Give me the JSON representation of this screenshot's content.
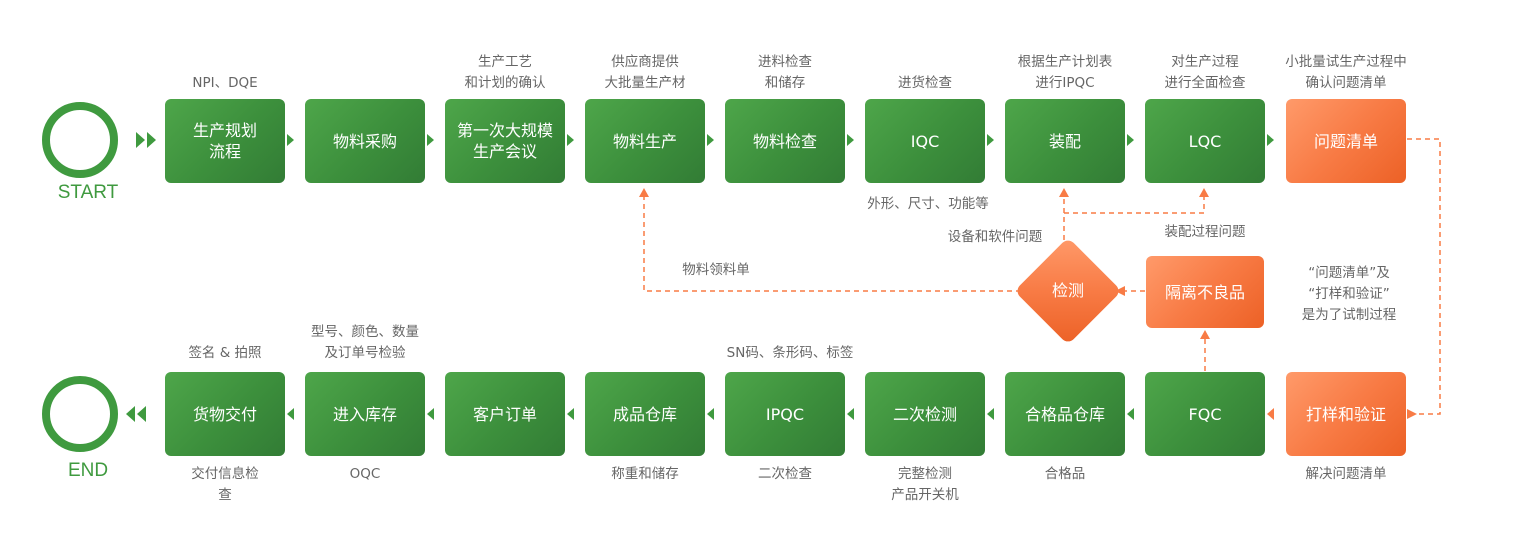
{
  "start_label": "START",
  "end_label": "END",
  "top_row": [
    {
      "label": "生产规划\n流程",
      "above": "NPI、DQE",
      "type": "green"
    },
    {
      "label": "物料采购",
      "above": "",
      "type": "green"
    },
    {
      "label": "第一次大规模\n生产会议",
      "above": "生产工艺\n和计划的确认",
      "type": "green"
    },
    {
      "label": "物料生产",
      "above": "供应商提供\n大批量生产材",
      "type": "green"
    },
    {
      "label": "物料检查",
      "above": "进料检查\n和储存",
      "type": "green"
    },
    {
      "label": "IQC",
      "above": "进货检查",
      "type": "green"
    },
    {
      "label": "装配",
      "above": "根据生产计划表\n进行IPQC",
      "type": "green"
    },
    {
      "label": "LQC",
      "above": "对生产过程\n进行全面检查",
      "type": "green"
    },
    {
      "label": "问题清单",
      "above": "小批量试生产过程中\n确认问题清单",
      "type": "orange"
    }
  ],
  "bottom_row": [
    {
      "label": "货物交付",
      "above": "签名 & 拍照",
      "below": "交付信息检\n查",
      "type": "green"
    },
    {
      "label": "进入库存",
      "above": "型号、颜色、数量\n及订单号检验",
      "below": "OQC",
      "type": "green"
    },
    {
      "label": "客户订单",
      "above": "",
      "below": "",
      "type": "green"
    },
    {
      "label": "成品仓库",
      "above": "",
      "below": "称重和储存",
      "type": "green"
    },
    {
      "label": "IPQC",
      "above": "SN码、条形码、标签",
      "below": "二次检查",
      "type": "green"
    },
    {
      "label": "二次检测",
      "above": "",
      "below": "完整检测\n产品开关机",
      "type": "green"
    },
    {
      "label": "合格品仓库",
      "above": "",
      "below": "合格品",
      "type": "green"
    },
    {
      "label": "FQC",
      "above": "",
      "below": "",
      "type": "green"
    },
    {
      "label": "打样和验证",
      "above": "",
      "below": "解决问题清单",
      "type": "orange"
    }
  ],
  "middle": {
    "isolate_label": "隔离不良品",
    "detect_label": "检测",
    "material_requisition": "物料领料单",
    "device_software_issue": "设备和软件问题",
    "assembly_issue": "装配过程问题",
    "appearance_note": "外形、尺寸、功能等",
    "purpose_note": "“问题清单”及\n“打样和验证”\n是为了试制过程"
  },
  "colors": {
    "green": "#3f9a3f",
    "orange": "#f87b45",
    "annotation": "#666666"
  }
}
